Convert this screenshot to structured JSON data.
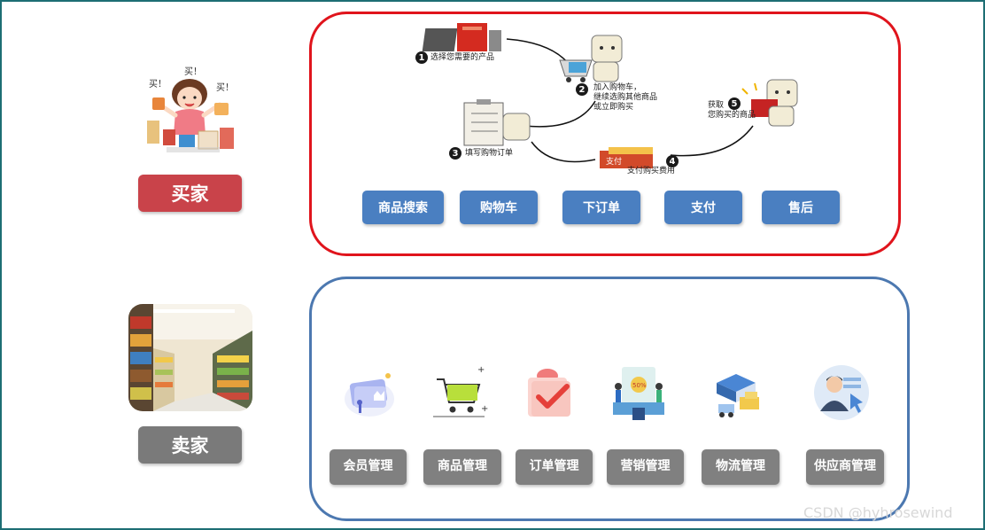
{
  "buyer": {
    "label": "买家",
    "illustration_text": [
      "买！",
      "买！",
      "买！"
    ],
    "steps": [
      {
        "num": "1",
        "text": "选择您需要的产品"
      },
      {
        "num": "2",
        "text_lines": [
          "加入购物车，",
          "继续选购其他商品",
          "或立即购买"
        ]
      },
      {
        "num": "3",
        "text": "填写购物订单"
      },
      {
        "num": "4",
        "text": "支付购买费用",
        "card_text": "支付"
      },
      {
        "num": "5",
        "text_lines": [
          "获取",
          "您购买的商品"
        ]
      }
    ],
    "buttons": [
      "商品搜索",
      "购物车",
      "下订单",
      "支付",
      "售后"
    ],
    "colors": {
      "border": "#e0141c",
      "button": "#4a7fc1",
      "label": "#c9434a"
    }
  },
  "seller": {
    "label": "卖家",
    "modules": [
      {
        "label": "会员管理",
        "icon": "member-card-icon"
      },
      {
        "label": "商品管理",
        "icon": "shopping-cart-icon"
      },
      {
        "label": "订单管理",
        "icon": "order-check-icon"
      },
      {
        "label": "营销管理",
        "icon": "marketing-icon"
      },
      {
        "label": "物流管理",
        "icon": "logistics-icon"
      },
      {
        "label": "供应商管理",
        "icon": "supplier-icon"
      }
    ],
    "colors": {
      "border": "#4c78b0",
      "button": "#808080",
      "label": "#7a7a7a"
    }
  },
  "watermark": "CSDN @hyhrosewind"
}
